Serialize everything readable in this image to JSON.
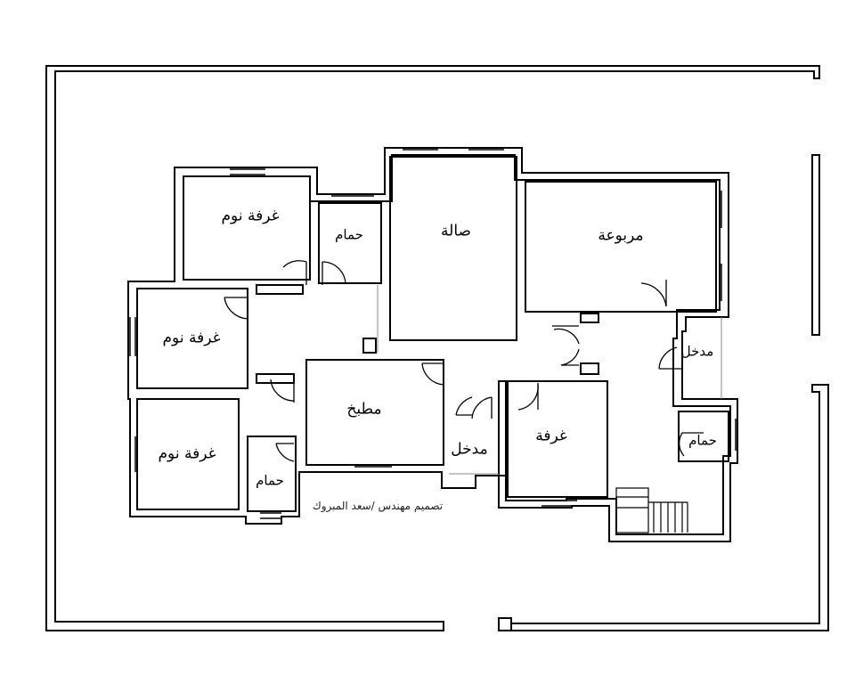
{
  "rooms": {
    "bedroom_top": "غرفة نوم",
    "bath_top": "حمام",
    "hall": "صالة",
    "square_room": "مربوعة",
    "bedroom_mid": "غرفة نوم",
    "entrance_right": "مدخل",
    "kitchen": "مطبخ",
    "room": "غرفة",
    "bath_right": "حمام",
    "bedroom_bottom": "غرفة نوم",
    "bath_bottom": "حمام",
    "entrance_center": "مدخل"
  },
  "credit": "تصميم مهندس /سعد المبروك"
}
